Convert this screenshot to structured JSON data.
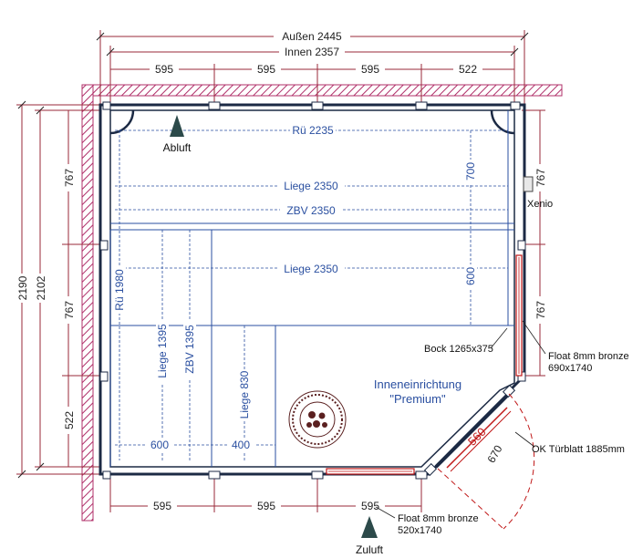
{
  "dimensions": {
    "outer_width": "Außen 2445",
    "inner_width": "Innen 2357",
    "top_segments": [
      "595",
      "595",
      "595",
      "522"
    ],
    "bottom_segments": [
      "595",
      "595",
      "595"
    ],
    "left_outer": "2190",
    "left_inner": "2102",
    "left_segments": [
      "767",
      "767",
      "522"
    ],
    "right_segments": [
      "767",
      "767"
    ]
  },
  "labels": {
    "abluft": "Abluft",
    "zuluft": "Zuluft",
    "xenio": "Xenio",
    "rue_2235": "Rü 2235",
    "liege_2350_top": "Liege 2350",
    "zbv_2350": "ZBV 2350",
    "liege_2350_mid": "Liege 2350",
    "v_700": "700",
    "v_600": "600",
    "rue_1980": "Rü 1980",
    "liege_1395": "Liege 1395",
    "zbv_1395": "ZBV 1395",
    "liege_830": "Liege 830",
    "h_600": "600",
    "h_400": "400",
    "bock": "Bock 1265x375",
    "float_right_1": "Float 8mm bronze",
    "float_right_2": "690x1740",
    "interior_1": "Inneneinrichtung",
    "interior_2": "\"Premium\"",
    "door_560": "560",
    "door_670": "670",
    "door_leaf": "OK Türblatt 1885mm",
    "float_bottom_1": "Float 8mm bronze",
    "float_bottom_2": "520x1740"
  },
  "colors": {
    "wall_hatch": "#b0306a",
    "dimension_red": "#9a2a3a",
    "bench_blue": "#2a4fa0",
    "glass_red": "#c01818",
    "frame_dark": "#1c2a44",
    "stove_dark": "#5a2020"
  },
  "icons": {
    "vent_marker": "triangle-icon",
    "stove": "stove-icon"
  }
}
